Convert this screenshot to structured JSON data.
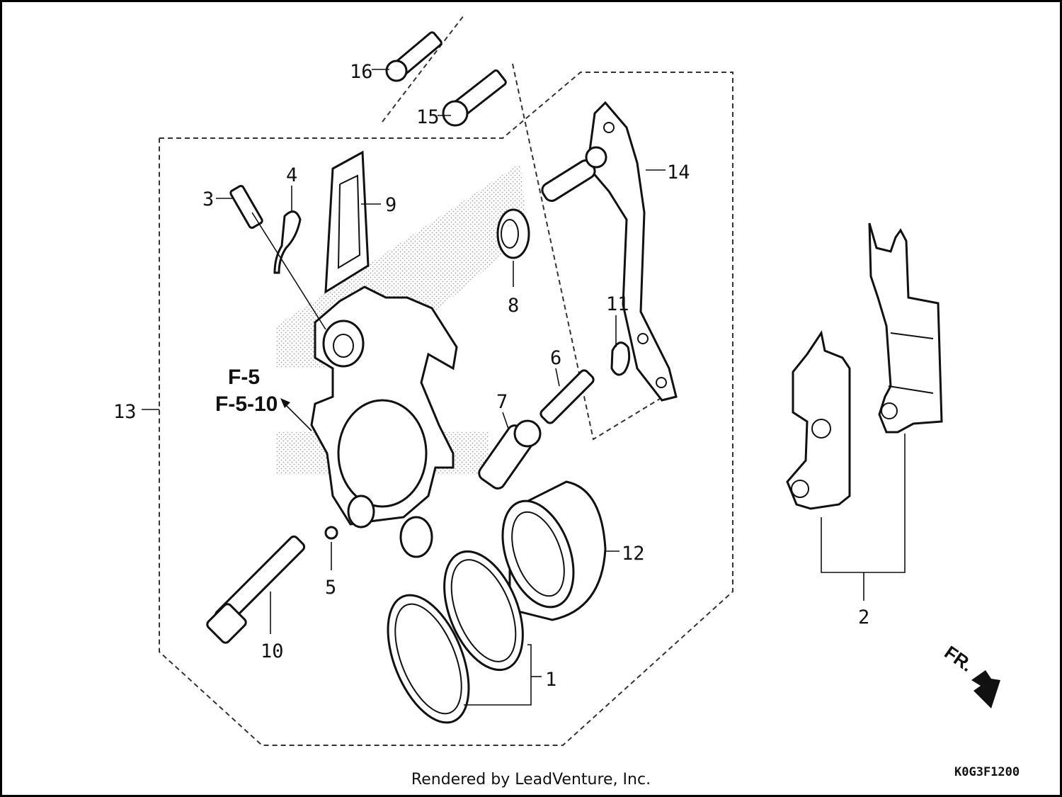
{
  "diagram": {
    "callouts": [
      {
        "id": "c1",
        "text": "1"
      },
      {
        "id": "c2",
        "text": "2"
      },
      {
        "id": "c3",
        "text": "3"
      },
      {
        "id": "c4",
        "text": "4"
      },
      {
        "id": "c5",
        "text": "5"
      },
      {
        "id": "c6",
        "text": "6"
      },
      {
        "id": "c7",
        "text": "7"
      },
      {
        "id": "c8",
        "text": "8"
      },
      {
        "id": "c9",
        "text": "9"
      },
      {
        "id": "c10",
        "text": "10"
      },
      {
        "id": "c11",
        "text": "11"
      },
      {
        "id": "c12",
        "text": "12"
      },
      {
        "id": "c13",
        "text": "13"
      },
      {
        "id": "c14",
        "text": "14"
      },
      {
        "id": "c15",
        "text": "15"
      },
      {
        "id": "c16",
        "text": "16"
      }
    ],
    "reference_1": "F-5",
    "reference_2": "F-5-10",
    "direction_label": "FR.",
    "diagram_code": "K0G3F1200"
  },
  "footer": {
    "text": "Rendered by LeadVenture, Inc."
  }
}
